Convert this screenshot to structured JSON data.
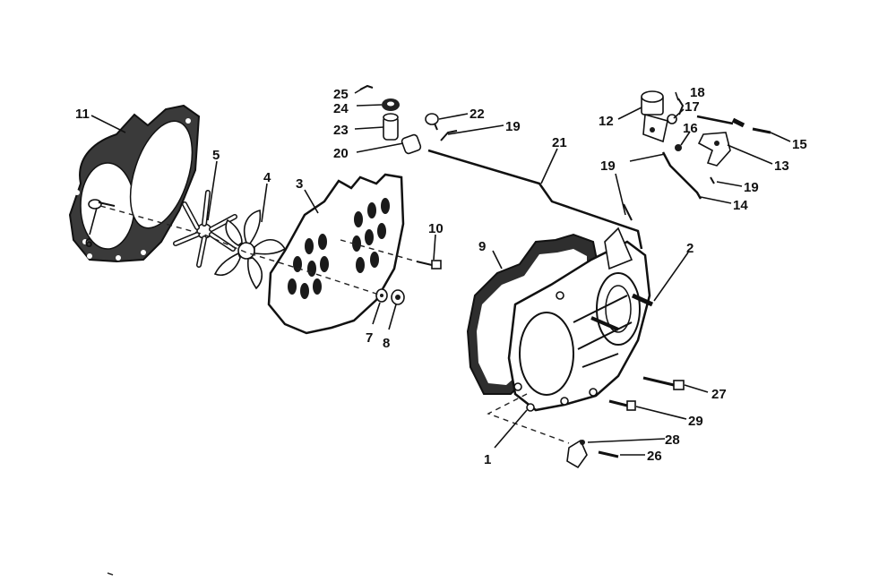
{
  "diagram": {
    "callouts": {
      "c1": "1",
      "c2": "2",
      "c3": "3",
      "c4": "4",
      "c5": "5",
      "c6": "6",
      "c7": "7",
      "c8": "8",
      "c9": "9",
      "c10": "10",
      "c11": "11",
      "c12": "12",
      "c13": "13",
      "c14": "14",
      "c15": "15",
      "c16": "16",
      "c17": "17",
      "c18": "18",
      "c19a": "19",
      "c19b": "19",
      "c19c": "19",
      "c20": "20",
      "c21": "21",
      "c22": "22",
      "c23": "23",
      "c24": "24",
      "c25": "25",
      "c26": "26",
      "c27": "27",
      "c28": "28",
      "c29": "29"
    }
  }
}
